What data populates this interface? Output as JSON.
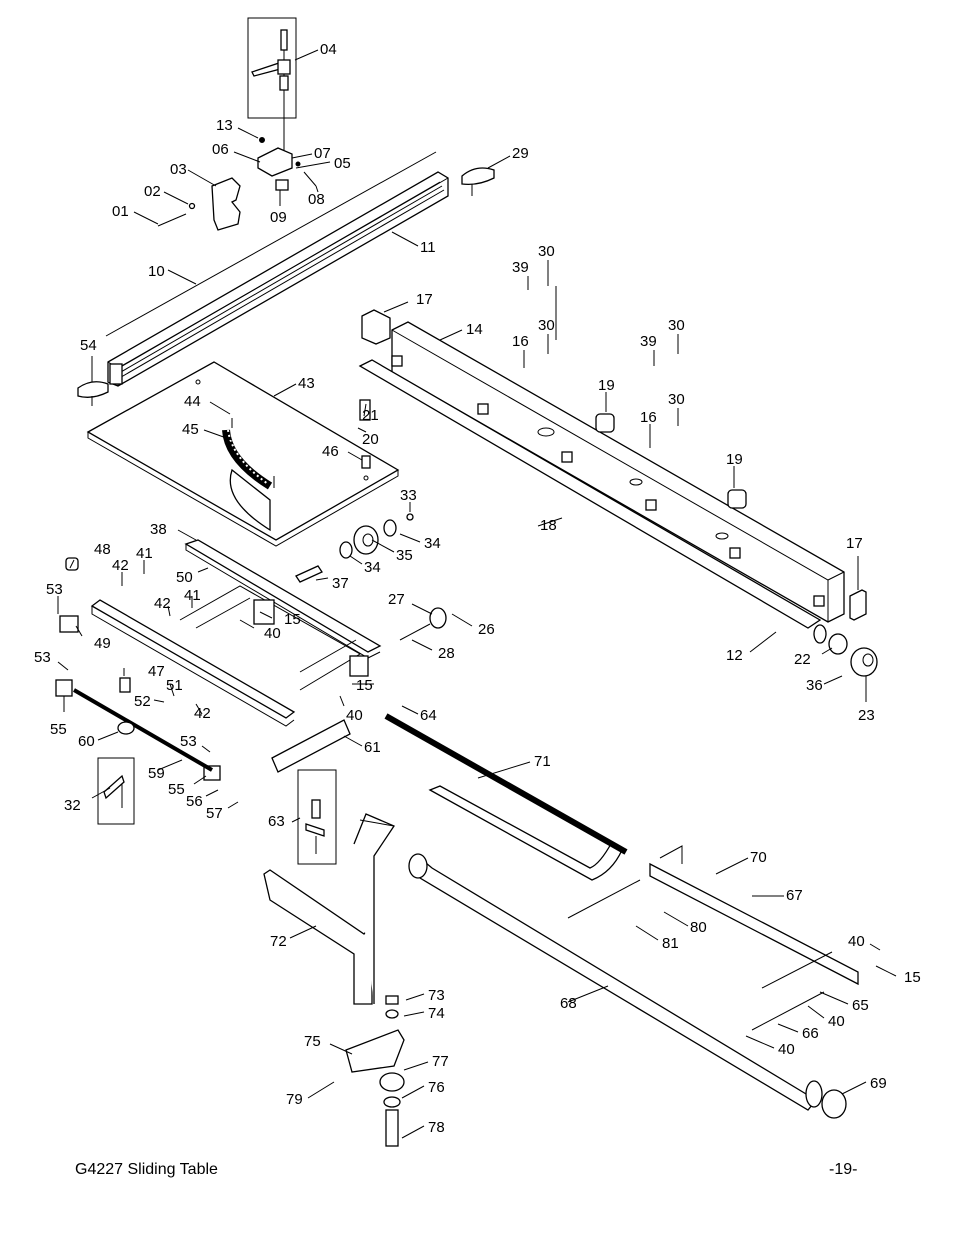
{
  "document": {
    "footer_title": "G4227 Sliding Table",
    "page_number": "-19-"
  },
  "callouts": [
    {
      "id": "c04",
      "label": "04"
    },
    {
      "id": "c13",
      "label": "13"
    },
    {
      "id": "c06",
      "label": "06"
    },
    {
      "id": "c07",
      "label": "07"
    },
    {
      "id": "c05",
      "label": "05"
    },
    {
      "id": "c03",
      "label": "03"
    },
    {
      "id": "c02",
      "label": "02"
    },
    {
      "id": "c01",
      "label": "01"
    },
    {
      "id": "c09",
      "label": "09"
    },
    {
      "id": "c08",
      "label": "08"
    },
    {
      "id": "c29",
      "label": "29"
    },
    {
      "id": "c11",
      "label": "11"
    },
    {
      "id": "c10",
      "label": "10"
    },
    {
      "id": "c54",
      "label": "54"
    },
    {
      "id": "c43",
      "label": "43"
    },
    {
      "id": "c44",
      "label": "44"
    },
    {
      "id": "c45",
      "label": "45"
    },
    {
      "id": "c46",
      "label": "46"
    },
    {
      "id": "c17a",
      "label": "17"
    },
    {
      "id": "c14",
      "label": "14"
    },
    {
      "id": "c39a",
      "label": "39"
    },
    {
      "id": "c30a",
      "label": "30"
    },
    {
      "id": "c16a",
      "label": "16"
    },
    {
      "id": "c30b",
      "label": "30"
    },
    {
      "id": "c39b",
      "label": "39"
    },
    {
      "id": "c30c",
      "label": "30"
    },
    {
      "id": "c19a",
      "label": "19"
    },
    {
      "id": "c21",
      "label": "21"
    },
    {
      "id": "c20",
      "label": "20"
    },
    {
      "id": "c16b",
      "label": "16"
    },
    {
      "id": "c30d",
      "label": "30"
    },
    {
      "id": "c19b",
      "label": "19"
    },
    {
      "id": "c33",
      "label": "33"
    },
    {
      "id": "c34a",
      "label": "34"
    },
    {
      "id": "c35",
      "label": "35"
    },
    {
      "id": "c34b",
      "label": "34"
    },
    {
      "id": "c18",
      "label": "18"
    },
    {
      "id": "c17b",
      "label": "17"
    },
    {
      "id": "c38",
      "label": "38"
    },
    {
      "id": "c48",
      "label": "48"
    },
    {
      "id": "c41a",
      "label": "41"
    },
    {
      "id": "c42a",
      "label": "42"
    },
    {
      "id": "c50",
      "label": "50"
    },
    {
      "id": "c37",
      "label": "37"
    },
    {
      "id": "c53a",
      "label": "53"
    },
    {
      "id": "c42b",
      "label": "42"
    },
    {
      "id": "c41b",
      "label": "41"
    },
    {
      "id": "c15a",
      "label": "15"
    },
    {
      "id": "c27",
      "label": "27"
    },
    {
      "id": "c26",
      "label": "26"
    },
    {
      "id": "c49",
      "label": "49"
    },
    {
      "id": "c40a",
      "label": "40"
    },
    {
      "id": "c28",
      "label": "28"
    },
    {
      "id": "c12",
      "label": "12"
    },
    {
      "id": "c22",
      "label": "22"
    },
    {
      "id": "c53b",
      "label": "53"
    },
    {
      "id": "c47",
      "label": "47"
    },
    {
      "id": "c51",
      "label": "51"
    },
    {
      "id": "c52",
      "label": "52"
    },
    {
      "id": "c42c",
      "label": "42"
    },
    {
      "id": "c15b",
      "label": "15"
    },
    {
      "id": "c36",
      "label": "36"
    },
    {
      "id": "c23",
      "label": "23"
    },
    {
      "id": "c55a",
      "label": "55"
    },
    {
      "id": "c40b",
      "label": "40"
    },
    {
      "id": "c64",
      "label": "64"
    },
    {
      "id": "c60",
      "label": "60"
    },
    {
      "id": "c53c",
      "label": "53"
    },
    {
      "id": "c61",
      "label": "61"
    },
    {
      "id": "c71",
      "label": "71"
    },
    {
      "id": "c59",
      "label": "59"
    },
    {
      "id": "c55b",
      "label": "55"
    },
    {
      "id": "c56",
      "label": "56"
    },
    {
      "id": "c32",
      "label": "32"
    },
    {
      "id": "c57",
      "label": "57"
    },
    {
      "id": "c63",
      "label": "63"
    },
    {
      "id": "c70",
      "label": "70"
    },
    {
      "id": "c67",
      "label": "67"
    },
    {
      "id": "c80",
      "label": "80"
    },
    {
      "id": "c81",
      "label": "81"
    },
    {
      "id": "c72",
      "label": "72"
    },
    {
      "id": "c40c",
      "label": "40"
    },
    {
      "id": "c15c",
      "label": "15"
    },
    {
      "id": "c73",
      "label": "73"
    },
    {
      "id": "c74",
      "label": "74"
    },
    {
      "id": "c68",
      "label": "68"
    },
    {
      "id": "c65",
      "label": "65"
    },
    {
      "id": "c40d",
      "label": "40"
    },
    {
      "id": "c66",
      "label": "66"
    },
    {
      "id": "c75",
      "label": "75"
    },
    {
      "id": "c40e",
      "label": "40"
    },
    {
      "id": "c77",
      "label": "77"
    },
    {
      "id": "c69",
      "label": "69"
    },
    {
      "id": "c76",
      "label": "76"
    },
    {
      "id": "c79",
      "label": "79"
    },
    {
      "id": "c78",
      "label": "78"
    }
  ]
}
